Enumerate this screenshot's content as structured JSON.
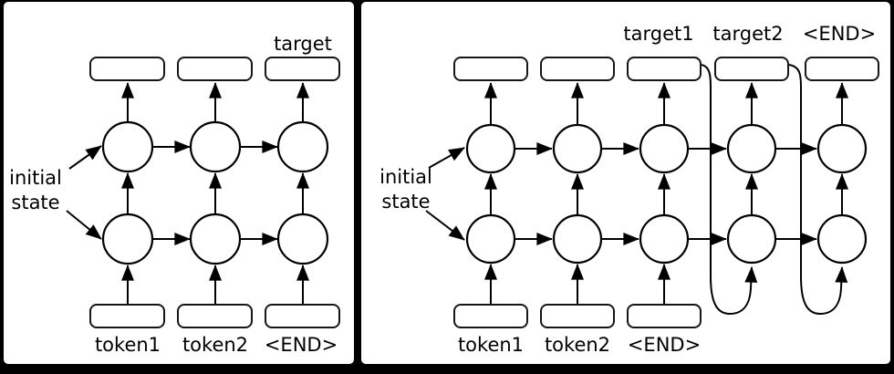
{
  "colors": {
    "background": "#000000",
    "panel_fill": "#ffffff",
    "stroke": "#000000"
  },
  "panels": [
    {
      "initial_state_line1": "initial",
      "initial_state_line2": "state",
      "output_label": "target",
      "input_labels": [
        "token1",
        "token2",
        "<END>"
      ]
    },
    {
      "initial_state_line1": "initial",
      "initial_state_line2": "state",
      "output_labels": [
        "target1",
        "target2",
        "<END>"
      ],
      "input_labels": [
        "token1",
        "token2",
        "<END>"
      ]
    }
  ]
}
